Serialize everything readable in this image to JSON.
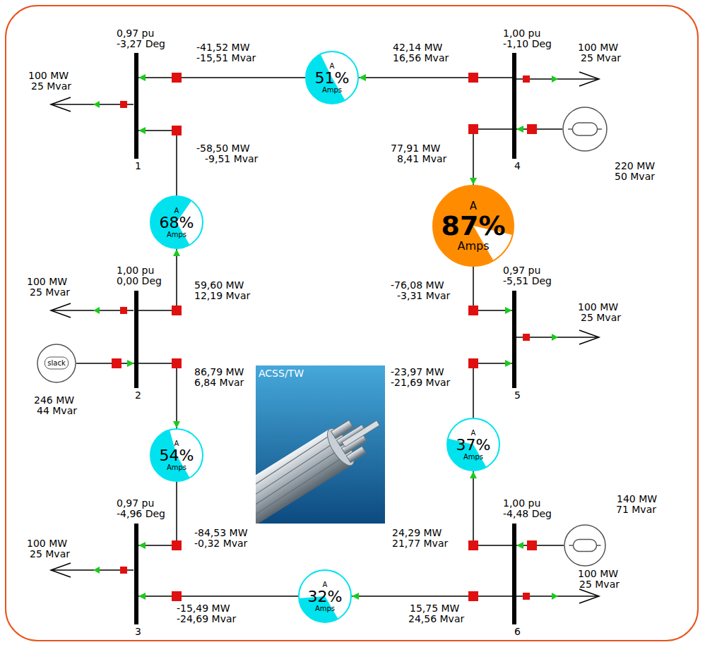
{
  "diagram": {
    "nodes": [
      {
        "text": [
          "0,97 pu",
          "-3,27 Deg",
          "1"
        ]
      },
      {
        "text": [
          "A",
          "51%",
          "Amps"
        ]
      },
      {
        "text": [
          "1,00 pu",
          "-1,10 Deg",
          "4"
        ]
      },
      {
        "text": [
          "220 MW",
          "50 Mvar"
        ]
      },
      {
        "text": [
          "A",
          "68%",
          "Amps"
        ]
      },
      {
        "text": [
          "A",
          "87%",
          "Amps"
        ]
      },
      {
        "text": [
          "1,00 pu",
          "0,00 Deg",
          "2"
        ]
      },
      {
        "text": [
          "slack",
          "246 MW",
          "44 Mvar"
        ]
      },
      {
        "text": [
          "0,97 pu",
          "-5,51 Deg",
          "5"
        ]
      },
      {
        "text": [
          "A",
          "54%",
          "Amps"
        ]
      },
      {
        "text": [
          "A",
          "37%",
          "Amps"
        ]
      },
      {
        "text": [
          "0,97 pu",
          "-4,96 Deg",
          "3"
        ]
      },
      {
        "text": [
          "1,00 pu",
          "-4,48 Deg",
          "6"
        ]
      },
      {
        "text": [
          "140 MW",
          "71 Mvar"
        ]
      },
      {
        "text": [
          "A",
          "32%",
          "Amps"
        ]
      }
    ],
    "edges": [
      {
        "from": 2,
        "to": 1,
        "arrow": "to"
      },
      {
        "from": 1,
        "to": 0,
        "arrow": "to"
      },
      {
        "from": 2,
        "to": 5,
        "arrow": "to"
      },
      {
        "from": 5,
        "to": 8,
        "arrow": "to"
      },
      {
        "from": 6,
        "to": 4,
        "arrow": "to"
      },
      {
        "from": 4,
        "to": 0,
        "arrow": "to"
      },
      {
        "from": 6,
        "to": 9,
        "arrow": "to"
      },
      {
        "from": 9,
        "to": 11,
        "arrow": "to"
      },
      {
        "from": 12,
        "to": 10,
        "arrow": "to"
      },
      {
        "from": 10,
        "to": 8,
        "arrow": "to"
      },
      {
        "from": 12,
        "to": 14,
        "arrow": "to"
      },
      {
        "from": 14,
        "to": 11,
        "arrow": "to"
      },
      {
        "from": 7,
        "to": 6,
        "arrow": "to"
      },
      {
        "from": 3,
        "to": 2,
        "arrow": "to"
      },
      {
        "from": 13,
        "to": 12,
        "arrow": "to"
      }
    ],
    "labels": [
      "100 MW",
      "25 Mvar",
      "-41,52 MW",
      "-15,51 Mvar",
      "42,14 MW",
      "16,56 Mvar",
      "100 MW",
      "25 Mvar",
      "-58,50 MW",
      "-9,51 Mvar",
      "77,91 MW",
      "8,41 Mvar",
      "100 MW",
      "25 Mvar",
      "59,60 MW",
      "12,19 Mvar",
      "-76,08 MW",
      "-3,31 Mvar",
      "100 MW",
      "25 Mvar",
      "86,79 MW",
      "6,84 Mvar",
      "-23,97 MW",
      "-21,69 Mvar",
      "ACSS/TW",
      "-84,53 MW",
      "-0,32 Mvar",
      "24,29 MW",
      "21,77 Mvar",
      "100 MW",
      "25 Mvar",
      "-15,49 MW",
      "-24,69 Mvar",
      "15,75 MW",
      "24,56 Mvar",
      "100 MW",
      "25 Mvar"
    ]
  }
}
